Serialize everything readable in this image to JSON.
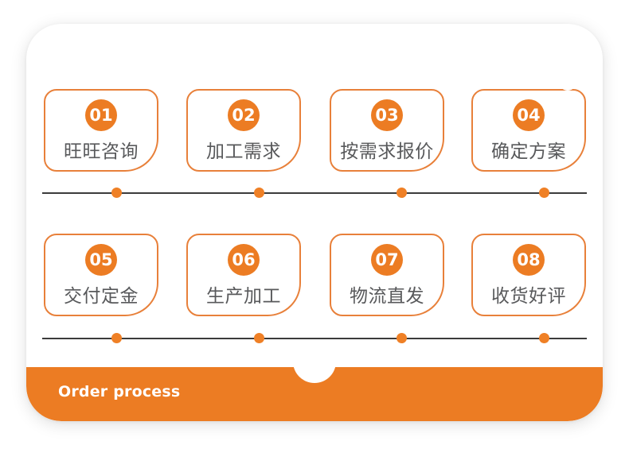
{
  "panel": {
    "background_color": "#ffffff",
    "accent_color": "#ec7c23",
    "label_color": "#58595b",
    "line_color": "#3b3b3b"
  },
  "steps": [
    {
      "number": "01",
      "label": "旺旺咨询"
    },
    {
      "number": "02",
      "label": "加工需求"
    },
    {
      "number": "03",
      "label": "按需求报价"
    },
    {
      "number": "04",
      "label": "确定方案"
    },
    {
      "number": "05",
      "label": "交付定金"
    },
    {
      "number": "06",
      "label": "生产加工"
    },
    {
      "number": "07",
      "label": "物流直发"
    },
    {
      "number": "08",
      "label": "收货好评"
    }
  ],
  "footer": {
    "title": "Order process",
    "icon": "circle-outline-icon",
    "background_color": "#ec7c23",
    "text_color": "#ffffff"
  }
}
